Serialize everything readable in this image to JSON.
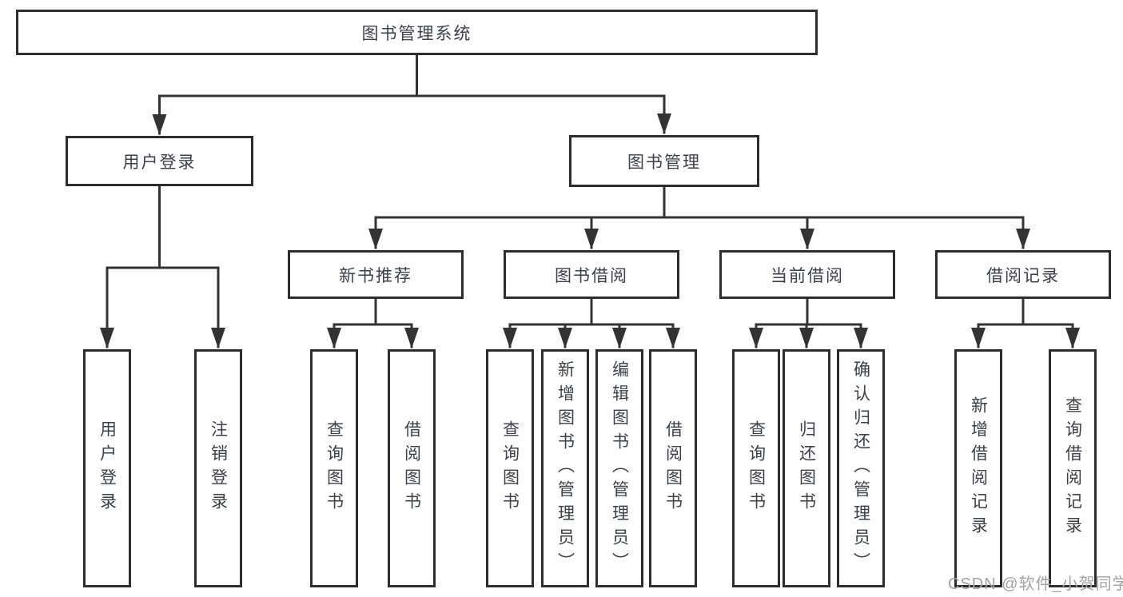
{
  "diagram": {
    "title": "图书管理系统",
    "nodes": {
      "root": {
        "label": "图书管理系统"
      },
      "user_login": {
        "label": "用户登录"
      },
      "book_management": {
        "label": "图书管理"
      },
      "new_book_recommend": {
        "label": "新书推荐"
      },
      "book_borrowing": {
        "label": "图书借阅"
      },
      "current_borrowing": {
        "label": "当前借阅"
      },
      "borrowing_records": {
        "label": "借阅记录"
      },
      "leaves": [
        {
          "label": "用户登录"
        },
        {
          "label": "注销登录"
        },
        {
          "label": "查询图书"
        },
        {
          "label": "借阅图书"
        },
        {
          "label": "查询图书"
        },
        {
          "label": "新增图书（管理员）"
        },
        {
          "label": "编辑图书（管理员）"
        },
        {
          "label": "借阅图书"
        },
        {
          "label": "查询图书"
        },
        {
          "label": "归还图书"
        },
        {
          "label": "确认归还（管理员）"
        },
        {
          "label": "新增借阅记录"
        },
        {
          "label": "查询借阅记录"
        }
      ]
    },
    "colors": {
      "line": "#333333",
      "border": "#2d2d2d",
      "text": "#3b3f47",
      "watermark_text": "#a3a3a3",
      "background": "#ffffff"
    }
  },
  "watermark": {
    "label": "CSDN @软件_小贺同学"
  }
}
